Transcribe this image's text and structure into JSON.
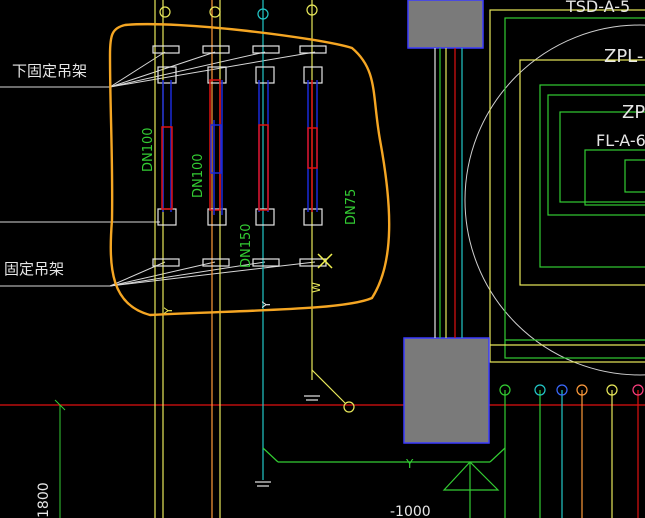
{
  "labels": {
    "fixed_hanger_upper": "下固定吊架",
    "fixed_hanger_lower": "固定吊架",
    "dn100_a": "DN100",
    "dn100_b": "DN100",
    "dn150": "DN150",
    "dn75": "DN75",
    "pipe_y_1": "Y",
    "pipe_y_2": "Y",
    "pipe_w": "W",
    "pipe_y_bottom": "Y",
    "tag_top": "TSD-A-5",
    "tag_zpl": "ZPL-",
    "tag_zp": "ZP",
    "tag_fla": "FL-A-6",
    "dim_1800": "1800",
    "elev_1000": "-1000"
  },
  "colors": {
    "background": "#000000",
    "highlight": "#f5a623",
    "cad_green": "#33cc33",
    "cad_yellow": "#e8e85a",
    "cad_red": "#e01010",
    "cad_blue": "#1a2ad8",
    "cad_cyan": "#22c8c8",
    "cad_white": "#e6e6e6",
    "cad_gray_fill": "#7a7a7a",
    "cad_orange": "#ff9b3a",
    "cad_magenta": "#ff4080"
  }
}
